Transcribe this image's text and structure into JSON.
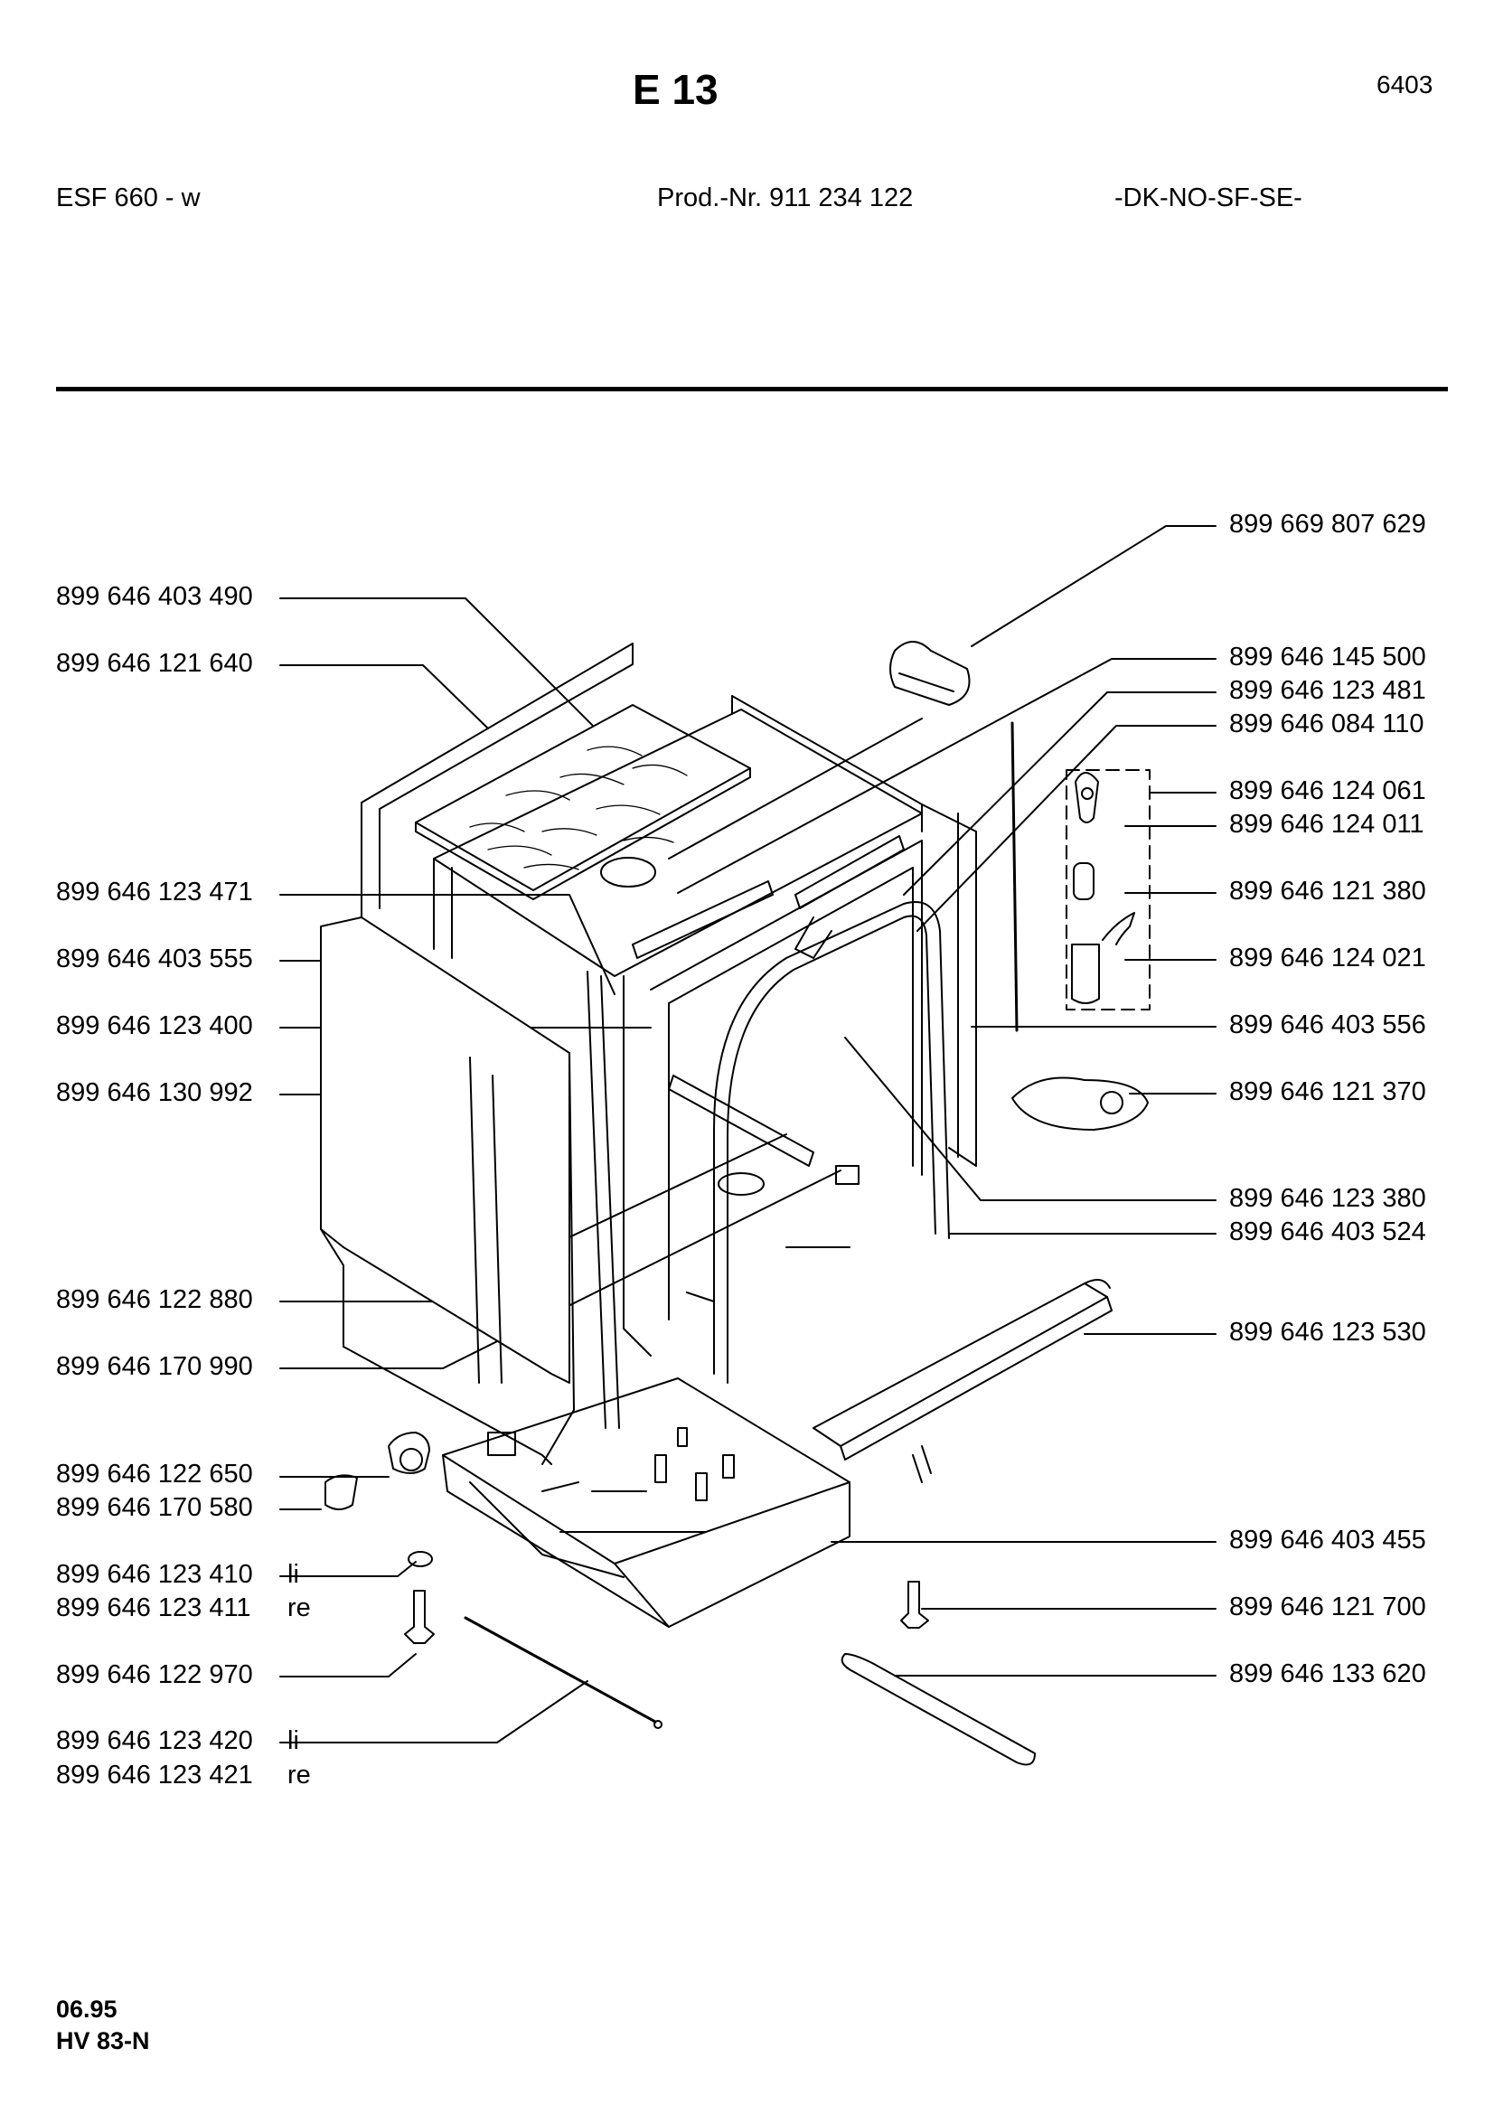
{
  "header": {
    "title": "E 13",
    "page_code": "6403",
    "model": "ESF 660 - w",
    "prod_nr": "Prod.-Nr. 911 234 122",
    "countries": "-DK-NO-SF-SE-"
  },
  "parts_left": [
    {
      "number": "899 646 403 490",
      "suffix": ""
    },
    {
      "number": "899 646 121 640",
      "suffix": ""
    },
    {
      "number": "899 646 123 471",
      "suffix": ""
    },
    {
      "number": "899 646 403 555",
      "suffix": ""
    },
    {
      "number": "899 646 123 400",
      "suffix": ""
    },
    {
      "number": "899 646 130 992",
      "suffix": ""
    },
    {
      "number": "899 646 122 880",
      "suffix": ""
    },
    {
      "number": "899 646 170 990",
      "suffix": ""
    },
    {
      "number": "899 646 122 650",
      "suffix": ""
    },
    {
      "number": "899 646 170 580",
      "suffix": ""
    },
    {
      "number": "899 646 123 410",
      "suffix": "li"
    },
    {
      "number": "899 646 123 411",
      "suffix": "re"
    },
    {
      "number": "899 646 122 970",
      "suffix": ""
    },
    {
      "number": "899 646 123 420",
      "suffix": "li"
    },
    {
      "number": "899 646 123 421",
      "suffix": "re"
    }
  ],
  "parts_right": [
    {
      "number": "899 669 807 629"
    },
    {
      "number": "899 646 145 500"
    },
    {
      "number": "899 646 123 481"
    },
    {
      "number": "899 646 084 110"
    },
    {
      "number": "899 646 124 061"
    },
    {
      "number": "899 646 124 011"
    },
    {
      "number": "899 646 121 380"
    },
    {
      "number": "899 646 124 021"
    },
    {
      "number": "899 646 403 556"
    },
    {
      "number": "899 646 121 370"
    },
    {
      "number": "899 646 123 380"
    },
    {
      "number": "899 646 403 524"
    },
    {
      "number": "899 646 123 530"
    },
    {
      "number": "899 646 403 455"
    },
    {
      "number": "899 646 121 700"
    },
    {
      "number": "899 646 133 620"
    }
  ],
  "footer": {
    "date": "06.95",
    "code": "HV 83-N"
  }
}
